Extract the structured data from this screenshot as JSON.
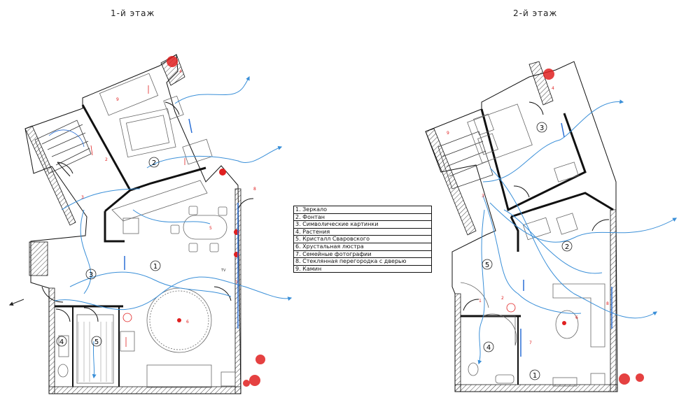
{
  "floors": [
    {
      "title": "1-й этаж"
    },
    {
      "title": "2-й этаж"
    }
  ],
  "legend": [
    "1. Зеркало",
    "2. Фонтан",
    "3. Символические картинки",
    "4. Растения",
    "5. Кристалл Сваровского",
    "6. Хрустальная люстра",
    "7. Семейные фотографии",
    "8. Стеклянная перегородка с дверью",
    "9. Камин"
  ],
  "room_numbers": {
    "floor1": [
      "1",
      "2",
      "3",
      "4",
      "5"
    ],
    "floor2": [
      "1",
      "2",
      "3",
      "4",
      "5"
    ]
  },
  "marker_numbers": {
    "floor1": [
      "2",
      "3",
      "4",
      "5",
      "6",
      "7",
      "8",
      "9"
    ],
    "floor2": [
      "1",
      "2",
      "3",
      "4",
      "6",
      "7",
      "8",
      "9"
    ]
  },
  "labels": {
    "tv": "TV"
  },
  "colors": {
    "wall": "#111111",
    "hatch": "#444444",
    "flow": "#3a8fd8",
    "marker": "#e02020",
    "line": "#555555"
  }
}
